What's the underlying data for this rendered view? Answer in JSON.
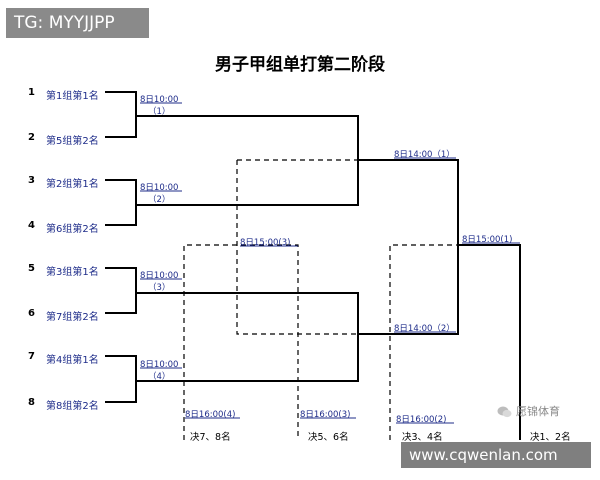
{
  "tg_label": "TG: MYYJJPP",
  "title": "男子甲组单打第二阶段",
  "seeds": [
    {
      "num": "1",
      "name": "第1组第1名"
    },
    {
      "num": "2",
      "name": "第5组第2名"
    },
    {
      "num": "3",
      "name": "第2组第1名"
    },
    {
      "num": "4",
      "name": "第6组第2名"
    },
    {
      "num": "5",
      "name": "第3组第1名"
    },
    {
      "num": "6",
      "name": "第7组第2名"
    },
    {
      "num": "7",
      "name": "第4组第1名"
    },
    {
      "num": "8",
      "name": "第8组第2名"
    }
  ],
  "round1": [
    {
      "time": "8日10:00",
      "no": "（1）"
    },
    {
      "time": "8日10:00",
      "no": "（2）"
    },
    {
      "time": "8日10:00",
      "no": "（3）"
    },
    {
      "time": "8日10:00",
      "no": "（4）"
    }
  ],
  "semis": [
    {
      "label": "8日14:00（1）"
    },
    {
      "label": "8日14:00（2）"
    }
  ],
  "final": {
    "label": "8日15:00(1)"
  },
  "classification_3": {
    "label": "8日15:00(3)"
  },
  "placings": [
    {
      "time": "8日16:00(4)",
      "place": "决7、8名"
    },
    {
      "time": "8日16:00(3)",
      "place": "决5、6名"
    },
    {
      "time": "8日16:00(2)",
      "place": "决3、4名"
    },
    {
      "place": "决1、2名"
    }
  ],
  "wechat_watermark": "愿锦体育",
  "site_watermark": "www.cqwenlan.com",
  "colors": {
    "player_text": "#1f2d8a",
    "line": "#000000",
    "tg_bg": "#8a8a8a",
    "site_bg": "#7f7f7f"
  }
}
